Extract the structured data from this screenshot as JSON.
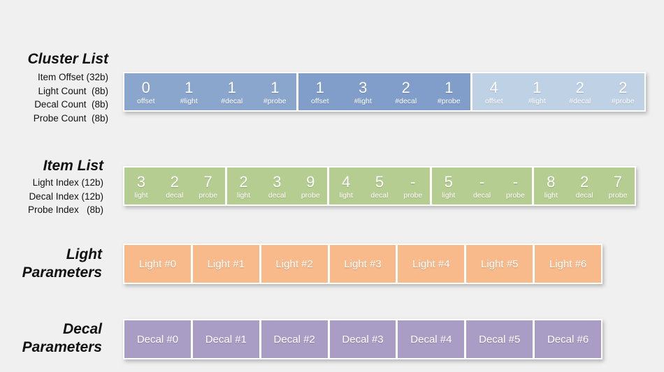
{
  "page": {
    "background": "#f0f0f0"
  },
  "cluster_list": {
    "title": "Cluster List",
    "fields": [
      "Item Offset (32b)",
      "Light Count  (8b)",
      "Decal Count  (8b)",
      "Probe Count  (8b)"
    ],
    "groups": [
      {
        "color": "#8ba6cd",
        "cells": [
          {
            "value": "0",
            "label": "offset"
          },
          {
            "value": "1",
            "label": "#light"
          },
          {
            "value": "1",
            "label": "#decal"
          },
          {
            "value": "1",
            "label": "#probe"
          }
        ]
      },
      {
        "color": "#809ec9",
        "cells": [
          {
            "value": "1",
            "label": "offset"
          },
          {
            "value": "3",
            "label": "#light"
          },
          {
            "value": "2",
            "label": "#decal"
          },
          {
            "value": "1",
            "label": "#probe"
          }
        ]
      },
      {
        "color": "#bfd1e5",
        "cells": [
          {
            "value": "4",
            "label": "offset"
          },
          {
            "value": "1",
            "label": "#light"
          },
          {
            "value": "2",
            "label": "#decal"
          },
          {
            "value": "2",
            "label": "#probe"
          }
        ]
      }
    ]
  },
  "item_list": {
    "title": "Item List",
    "fields": [
      "Light Index (12b)",
      "Decal Index (12b)",
      "Probe Index   (8b)"
    ],
    "cell_color": "#b5cd90",
    "cells": [
      [
        {
          "value": "3",
          "label": "light"
        },
        {
          "value": "2",
          "label": "decal"
        },
        {
          "value": "7",
          "label": "probe"
        }
      ],
      [
        {
          "value": "2",
          "label": "light"
        },
        {
          "value": "3",
          "label": "decal"
        },
        {
          "value": "9",
          "label": "probe"
        }
      ],
      [
        {
          "value": "4",
          "label": "light"
        },
        {
          "value": "5",
          "label": "decal"
        },
        {
          "value": "-",
          "label": "probe"
        }
      ],
      [
        {
          "value": "5",
          "label": "light"
        },
        {
          "value": "-",
          "label": "decal"
        },
        {
          "value": "-",
          "label": "probe"
        }
      ],
      [
        {
          "value": "8",
          "label": "light"
        },
        {
          "value": "2",
          "label": "decal"
        },
        {
          "value": "7",
          "label": "probe"
        }
      ]
    ]
  },
  "light_parameters": {
    "title_lines": [
      "Light",
      "Parameters"
    ],
    "cell_color": "#f9ba8b",
    "cells": [
      "Light #0",
      "Light #1",
      "Light #2",
      "Light #3",
      "Light #4",
      "Light #5",
      "Light #6"
    ]
  },
  "decal_parameters": {
    "title_lines": [
      "Decal",
      "Parameters"
    ],
    "cell_color": "#aa9dc5",
    "cells": [
      "Decal #0",
      "Decal #1",
      "Decal #2",
      "Decal #3",
      "Decal #4",
      "Decal #5",
      "Decal #6"
    ]
  }
}
